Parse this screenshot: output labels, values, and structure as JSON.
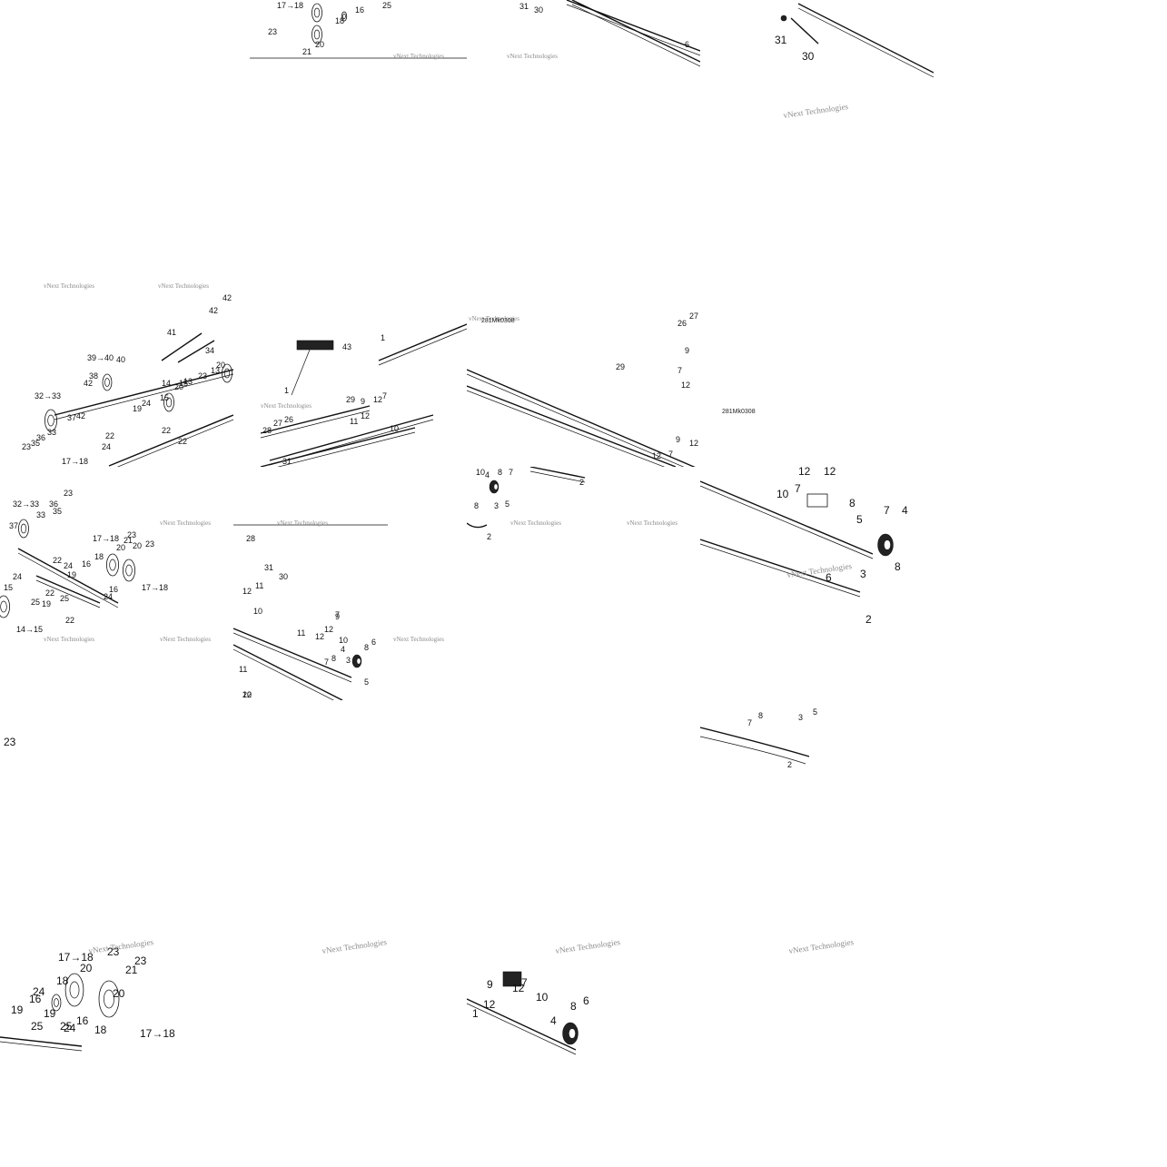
{
  "diagram": {
    "watermark": "vNext Technologies",
    "drawing_code": "281Mk0308",
    "tiles": [
      {
        "row": 0,
        "col": 1,
        "labels": [
          "17→18",
          "18",
          "16",
          "25",
          "23",
          "21",
          "20"
        ]
      },
      {
        "row": 0,
        "col": 2,
        "labels": [
          "31",
          "30",
          "6"
        ]
      },
      {
        "row": 0,
        "col": 3,
        "labels": [
          "31",
          "30"
        ]
      },
      {
        "row": 1,
        "col": 0,
        "labels": [
          "42",
          "42",
          "41",
          "34",
          "39→40",
          "40",
          "38",
          "42",
          "14→15",
          "20",
          "13",
          "23",
          "13",
          "20",
          "32→33",
          "37",
          "42",
          "15",
          "24",
          "19",
          "22",
          "22",
          "33",
          "36",
          "35",
          "23",
          "22",
          "24",
          "17→18"
        ]
      },
      {
        "row": 1,
        "col": 1,
        "labels": [
          "43",
          "1",
          "1",
          "29",
          "9",
          "12",
          "7",
          "11",
          "12",
          "10",
          "28",
          "27",
          "26",
          "31"
        ]
      },
      {
        "row": 1,
        "col": 2,
        "labels": [
          "27",
          "26",
          "29",
          "9",
          "7",
          "12",
          "9",
          "12",
          "7",
          "12"
        ]
      },
      {
        "row": 1,
        "col": 3,
        "labels": []
      },
      {
        "row": 2,
        "col": 0,
        "labels": [
          "32→33",
          "35",
          "23",
          "36",
          "37",
          "33",
          "22",
          "17→18",
          "23",
          "21",
          "20",
          "20",
          "18",
          "23",
          "24",
          "16",
          "19",
          "15",
          "22",
          "24",
          "25",
          "19",
          "25",
          "16",
          "24",
          "17→18",
          "14→15",
          "22"
        ]
      },
      {
        "row": 2,
        "col": 1,
        "labels": [
          "28",
          "31",
          "30",
          "12",
          "11",
          "10",
          "9",
          "12",
          "7",
          "11",
          "12",
          "10",
          "4",
          "8",
          "6",
          "7",
          "8",
          "3",
          "5",
          "11",
          "10",
          "22"
        ]
      },
      {
        "row": 2,
        "col": 2,
        "labels": [
          "10",
          "8",
          "7",
          "4",
          "8",
          "3",
          "5",
          "2",
          "2"
        ]
      },
      {
        "row": 2,
        "col": 3,
        "labels": [
          "12",
          "12",
          "7",
          "10",
          "8",
          "7",
          "4",
          "5",
          "8",
          "3",
          "6",
          "2"
        ]
      },
      {
        "row": 3,
        "col": 0,
        "labels": [
          "23"
        ]
      },
      {
        "row": 3,
        "col": 3,
        "labels": [
          "5",
          "7",
          "8",
          "3",
          "2"
        ]
      },
      {
        "row": 4,
        "col": 0,
        "labels": [
          "17→18",
          "23",
          "20",
          "21",
          "23",
          "18",
          "24",
          "16",
          "19",
          "20",
          "19",
          "25",
          "25",
          "16",
          "24",
          "18",
          "17→18"
        ]
      },
      {
        "row": 4,
        "col": 2,
        "labels": [
          "9",
          "7",
          "12",
          "12",
          "10",
          "1",
          "4",
          "8",
          "6"
        ]
      }
    ]
  }
}
